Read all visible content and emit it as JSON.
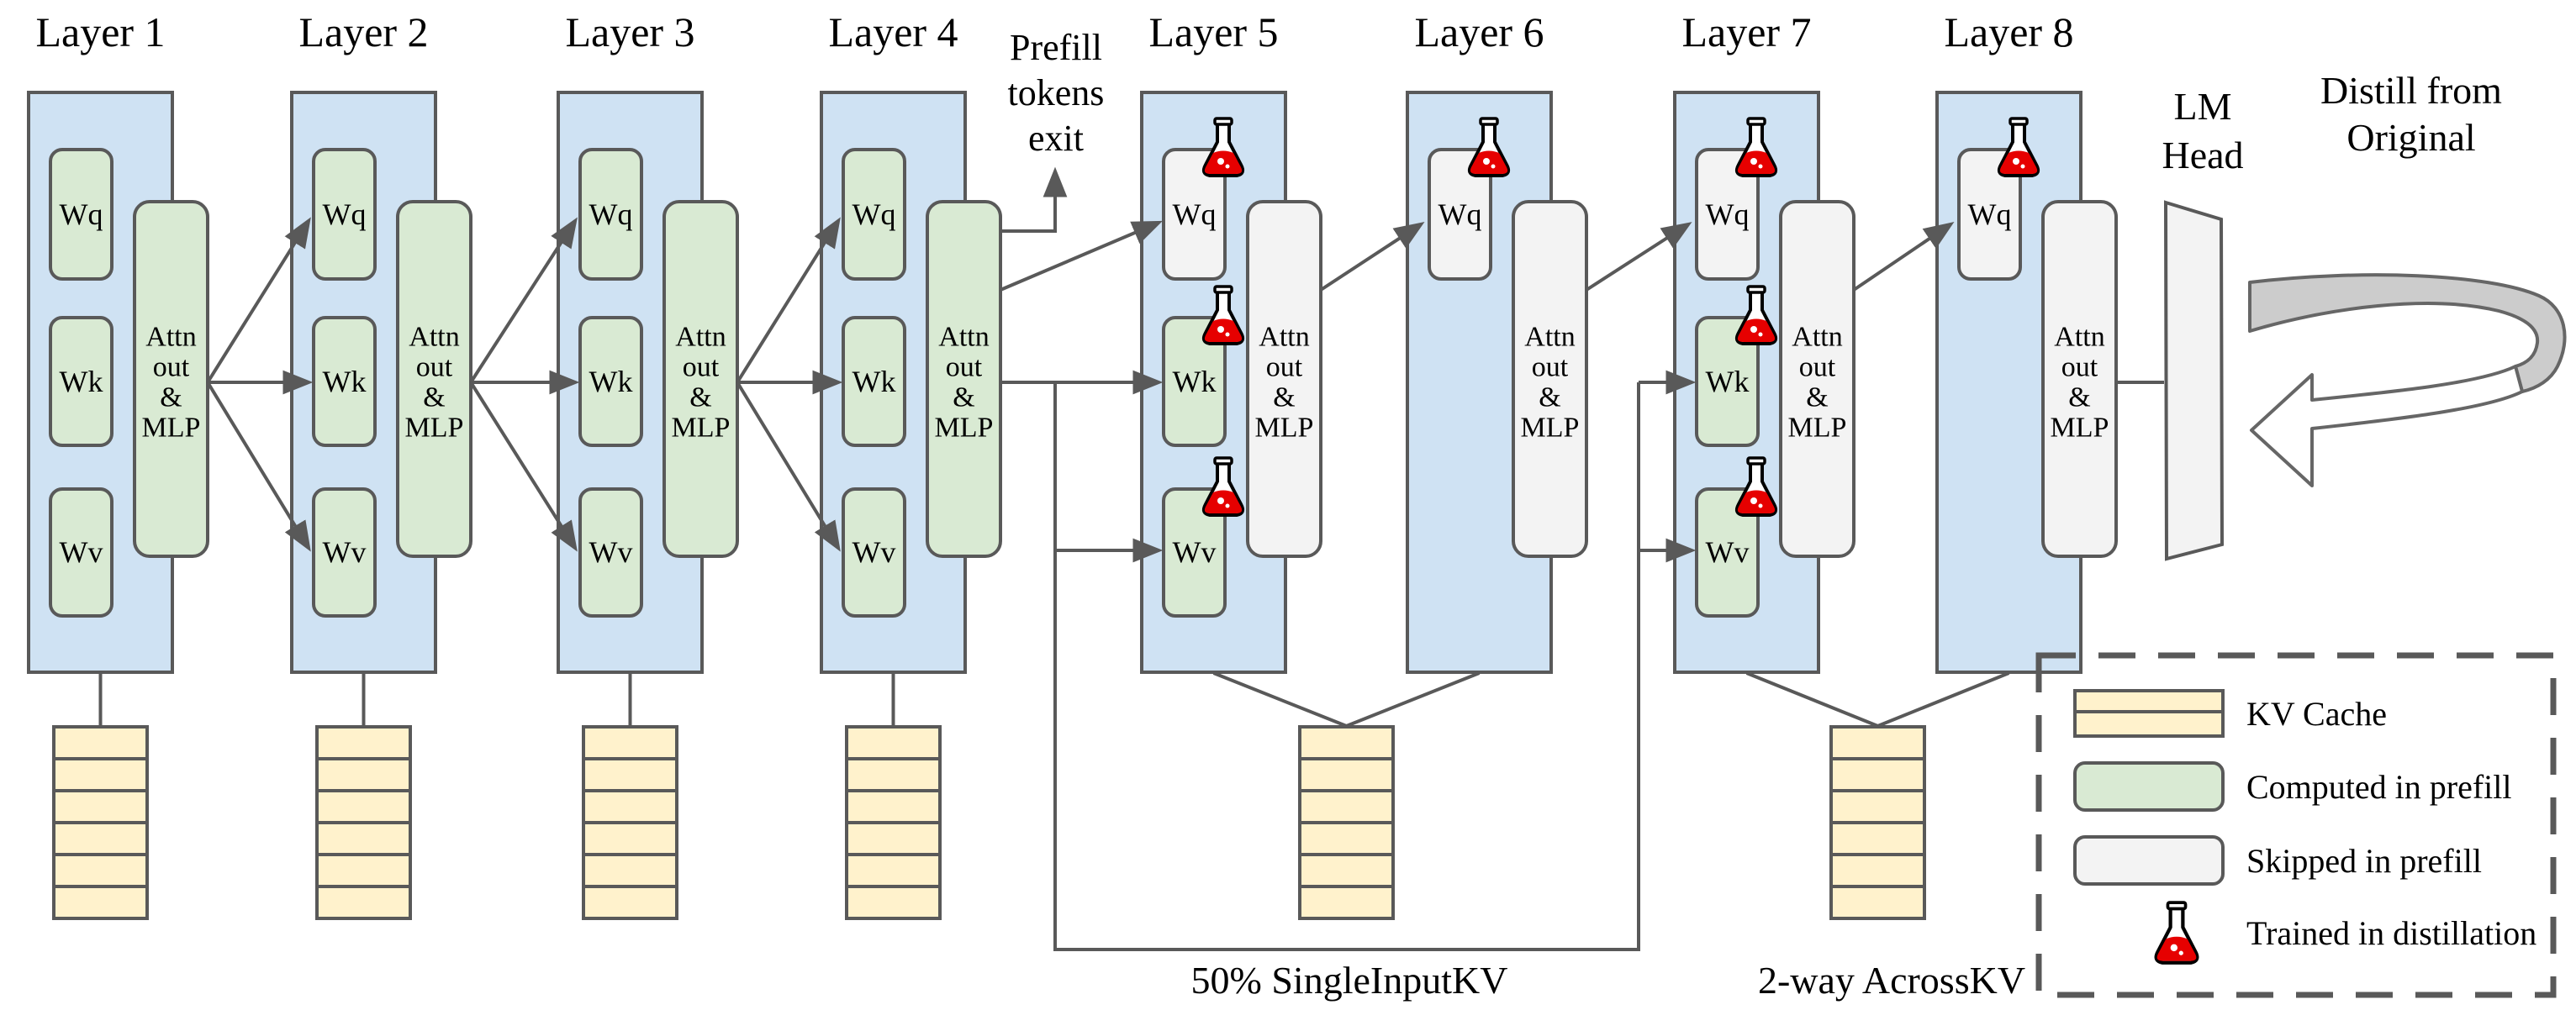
{
  "colors": {
    "layer_fill": "#cfe2f3",
    "computed_fill": "#d9ead3",
    "skipped_fill": "#f3f3f3",
    "kv_fill": "#fff2cc",
    "stroke": "#595959",
    "text": "#000000",
    "flask_red": "#e60000",
    "ribbon_gray": "#cccccc",
    "ribbon_stroke": "#666666"
  },
  "layers": [
    {
      "label": "Layer 1",
      "attn": {
        "label": "Attn out & MLP",
        "style": "computed"
      },
      "projections": [
        {
          "label": "Wq",
          "style": "computed",
          "flask": false
        },
        {
          "label": "Wk",
          "style": "computed",
          "flask": false
        },
        {
          "label": "Wv",
          "style": "computed",
          "flask": false
        }
      ]
    },
    {
      "label": "Layer 2",
      "attn": {
        "label": "Attn out & MLP",
        "style": "computed"
      },
      "projections": [
        {
          "label": "Wq",
          "style": "computed",
          "flask": false
        },
        {
          "label": "Wk",
          "style": "computed",
          "flask": false
        },
        {
          "label": "Wv",
          "style": "computed",
          "flask": false
        }
      ]
    },
    {
      "label": "Layer 3",
      "attn": {
        "label": "Attn out & MLP",
        "style": "computed"
      },
      "projections": [
        {
          "label": "Wq",
          "style": "computed",
          "flask": false
        },
        {
          "label": "Wk",
          "style": "computed",
          "flask": false
        },
        {
          "label": "Wv",
          "style": "computed",
          "flask": false
        }
      ]
    },
    {
      "label": "Layer 4",
      "attn": {
        "label": "Attn out & MLP",
        "style": "computed"
      },
      "projections": [
        {
          "label": "Wq",
          "style": "computed",
          "flask": false
        },
        {
          "label": "Wk",
          "style": "computed",
          "flask": false
        },
        {
          "label": "Wv",
          "style": "computed",
          "flask": false
        }
      ]
    },
    {
      "label": "Layer 5",
      "attn": {
        "label": "Attn out & MLP",
        "style": "skipped"
      },
      "projections": [
        {
          "label": "Wq",
          "style": "skipped",
          "flask": true
        },
        {
          "label": "Wk",
          "style": "computed",
          "flask": true
        },
        {
          "label": "Wv",
          "style": "computed",
          "flask": true
        }
      ]
    },
    {
      "label": "Layer 6",
      "attn": {
        "label": "Attn out & MLP",
        "style": "skipped"
      },
      "projections": [
        {
          "label": "Wq",
          "style": "skipped",
          "flask": true
        }
      ]
    },
    {
      "label": "Layer 7",
      "attn": {
        "label": "Attn out & MLP",
        "style": "skipped"
      },
      "projections": [
        {
          "label": "Wq",
          "style": "skipped",
          "flask": true
        },
        {
          "label": "Wk",
          "style": "computed",
          "flask": true
        },
        {
          "label": "Wv",
          "style": "computed",
          "flask": true
        }
      ]
    },
    {
      "label": "Layer 8",
      "attn": {
        "label": "Attn out & MLP",
        "style": "skipped"
      },
      "projections": [
        {
          "label": "Wq",
          "style": "skipped",
          "flask": true
        }
      ]
    }
  ],
  "prefill_exit": {
    "label": "Prefill tokens exit",
    "lines": [
      "Prefill",
      "tokens",
      "exit"
    ]
  },
  "lm_head": {
    "label": "LM Head",
    "lines": [
      "LM",
      "Head"
    ]
  },
  "distill": {
    "label": "Distill from Original",
    "lines": [
      "Distill from",
      "Original"
    ]
  },
  "captions": {
    "single_input_kv": "50% SingleInputKV",
    "across_kv": "2-way AcrossKV"
  },
  "kv_cache": {
    "cells_per_stack": 6,
    "stacks": [
      {
        "layers": [
          1
        ]
      },
      {
        "layers": [
          2
        ]
      },
      {
        "layers": [
          3
        ]
      },
      {
        "layers": [
          4
        ]
      },
      {
        "layers": [
          5,
          6
        ]
      },
      {
        "layers": [
          7,
          8
        ]
      }
    ]
  },
  "legend": {
    "items": [
      {
        "swatch": "kv-cache",
        "label": "KV Cache"
      },
      {
        "swatch": "computed",
        "label": "Computed in prefill"
      },
      {
        "swatch": "skipped",
        "label": "Skipped in prefill"
      },
      {
        "swatch": "flask",
        "label": "Trained in distillation"
      }
    ]
  }
}
